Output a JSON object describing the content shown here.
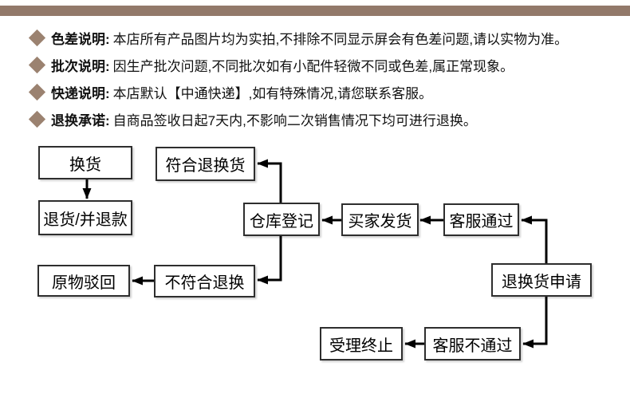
{
  "colors": {
    "accent_brown": "#92796a",
    "bullet_brown": "#9b8270",
    "line_black": "#000000",
    "box_border": "#2e2e2e",
    "text_black": "#111111",
    "page_bg": "#ffffff"
  },
  "notices": {
    "bullet_icon": "diamond",
    "items": [
      {
        "label": "色差说明:",
        "text": "本店所有产品图片均为实拍,不排除不同显示屏会有色差问题,请以实物为准。"
      },
      {
        "label": "批次说明:",
        "text": "因生产批次问题,不同批次如有小配件轻微不同或色差,属正常现象。"
      },
      {
        "label": "快递说明:",
        "text": "本店默认【中通快递】,如有特殊情况,请您联系客服。"
      },
      {
        "label": "退换承诺:",
        "text": "自商品签收日起7天内,不影响二次销售情况下均可进行退换。"
      }
    ]
  },
  "flowchart": {
    "nodes": [
      {
        "id": "exchange",
        "label": "换货"
      },
      {
        "id": "qualified",
        "label": "符合退换货"
      },
      {
        "id": "refund",
        "label": "退货/并退款"
      },
      {
        "id": "warehouse",
        "label": "仓库登记"
      },
      {
        "id": "buyer-ship",
        "label": "买家发货"
      },
      {
        "id": "cs-approved",
        "label": "客服通过"
      },
      {
        "id": "apply",
        "label": "退换货申请"
      },
      {
        "id": "not-qualified",
        "label": "不符合退换"
      },
      {
        "id": "reject-back",
        "label": "原物驳回"
      },
      {
        "id": "cs-rejected",
        "label": "客服不通过"
      },
      {
        "id": "terminated",
        "label": "受理终止"
      }
    ]
  }
}
